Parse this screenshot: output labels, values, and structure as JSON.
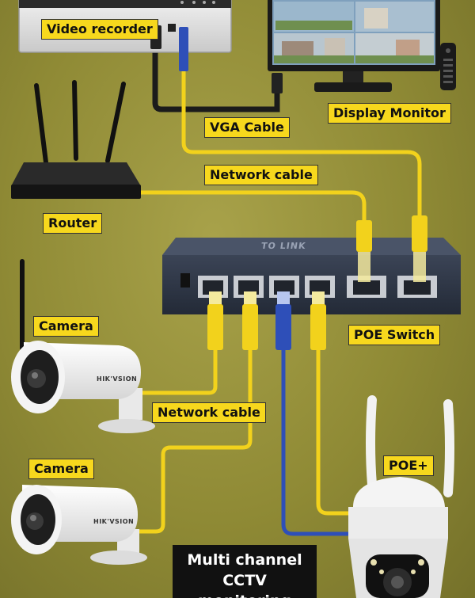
{
  "labels": {
    "video_recorder": "Video recorder",
    "display_monitor": "Display Monitor",
    "vga_cable": "VGA Cable",
    "network_cable_top": "Network cable",
    "router": "Router",
    "camera_1": "Camera",
    "poe_switch": "POE Switch",
    "network_cable_bottom": "Network cable",
    "camera_2": "Camera",
    "poe_plus": "POE+",
    "title_line1": "Multi channel",
    "title_line2": "CCTV monitoring"
  },
  "brands": {
    "switch": "TO LINK",
    "camera_1": "HIK'VSION",
    "camera_2": "HIK'VSION"
  },
  "colors": {
    "label_bg": "#f7d81d",
    "cable_yellow": "#f2d21c",
    "cable_blue": "#2e4fb8",
    "switch_body": "#2a3140"
  }
}
